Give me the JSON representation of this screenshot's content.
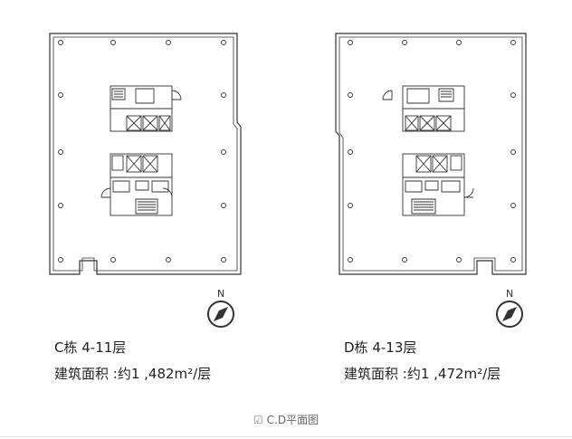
{
  "plans": [
    {
      "building_label": "C栋 4-11层",
      "area_label": "建筑面积 :约1 ,482m²/层",
      "compass_letter": "N"
    },
    {
      "building_label": "D栋 4-13层",
      "area_label": "建筑面积 :约1 ,472m²/层",
      "compass_letter": "N"
    }
  ],
  "caption": {
    "icon": "image-caption-icon",
    "text": "C.D平面图"
  },
  "colors": {
    "line": "#333333",
    "text": "#222222",
    "caption": "#666666"
  }
}
